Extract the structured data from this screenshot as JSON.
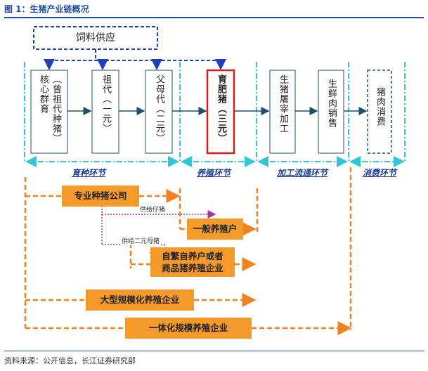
{
  "figure_title": "图 1：生猪产业链概况",
  "feed_supply": "饲料供应",
  "chain": {
    "core_herd": "（曾祖代种猪）核心群育",
    "grandparent": "祖代（一元）",
    "parent": "父母代（二元）",
    "fattening": "育肥猪（三元）",
    "slaughter": "生猪屠宰加工",
    "fresh_sales": "生鲜肉销售",
    "consumption": "猪肉消费"
  },
  "stages": {
    "breeding": "育种环节",
    "raising": "养殖环节",
    "processing": "加工流通环节",
    "consumption": "消费环节"
  },
  "participants": {
    "breeding_company": "专业种猪公司",
    "general_farmer": "一般养殖户",
    "self_breeding": "自繁自养户或者商品猪养殖企业",
    "self_breeding_line1": "自繁自养户或者",
    "self_breeding_line2": "商品猪养殖企业",
    "large_scale": "大型规模化养殖企业",
    "integrated": "一体化规模养殖企业"
  },
  "supply_labels": {
    "piglets": "供给仔猪",
    "sows": "供给二元母猪"
  },
  "source_note": "资料来源：公开信息，长江证券研究部",
  "colors": {
    "blue": "#1f3fbf",
    "teal": "#1f4e6e",
    "cyan": "#33c6d6",
    "orange": "#f2821f",
    "orange_fill": "#f39a2b",
    "purple": "#9a3d9a",
    "red": "#d02020"
  }
}
